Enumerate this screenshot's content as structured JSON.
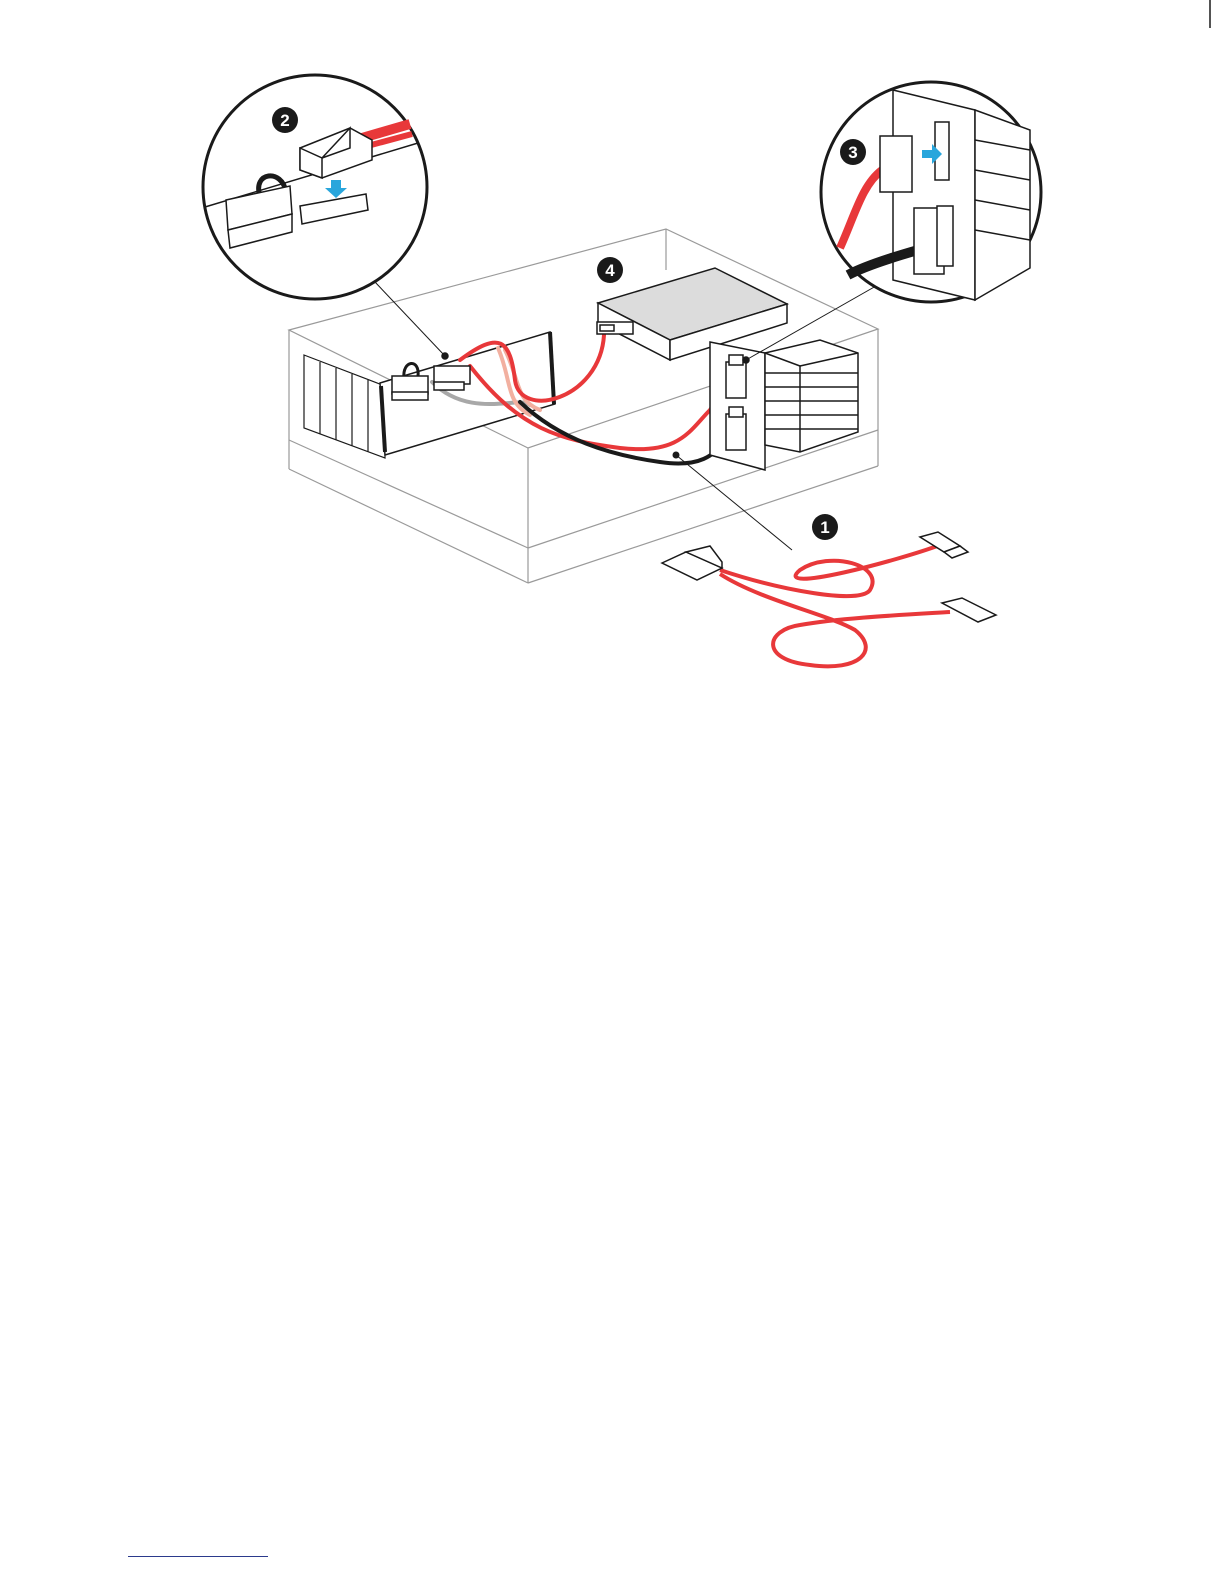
{
  "diagram": {
    "callouts": [
      {
        "id": "1",
        "label": "1"
      },
      {
        "id": "2",
        "label": "2"
      },
      {
        "id": "3",
        "label": "3"
      },
      {
        "id": "4",
        "label": "4"
      }
    ]
  },
  "colors": {
    "cable_red": "#e8383a",
    "cable_black": "#1a1a1a",
    "cable_gray": "#a8a8a8",
    "cable_pink": "#f2b0a0",
    "arrow_blue": "#29a6dc",
    "drive_gray": "#dcdcdc",
    "outline": "#1a1a1a",
    "chassis_line": "#9a9a9a",
    "footer_rule": "#2b3a8c"
  }
}
